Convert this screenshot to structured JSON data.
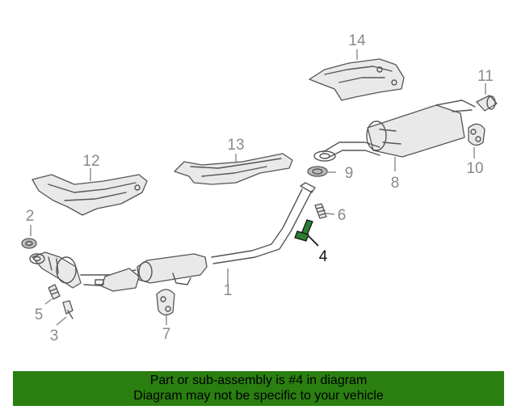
{
  "callouts": {
    "c1": "1",
    "c2": "2",
    "c3": "3",
    "c4": "4",
    "c5": "5",
    "c6": "6",
    "c7": "7",
    "c8": "8",
    "c9": "9",
    "c10": "10",
    "c11": "11",
    "c12": "12",
    "c13": "13",
    "c14": "14"
  },
  "highlight_color": "#2e7d32",
  "banner": {
    "background": "#2a7f10",
    "line1": "Part or sub-assembly is #4 in diagram",
    "line2": "Diagram may not be specific to your vehicle"
  }
}
